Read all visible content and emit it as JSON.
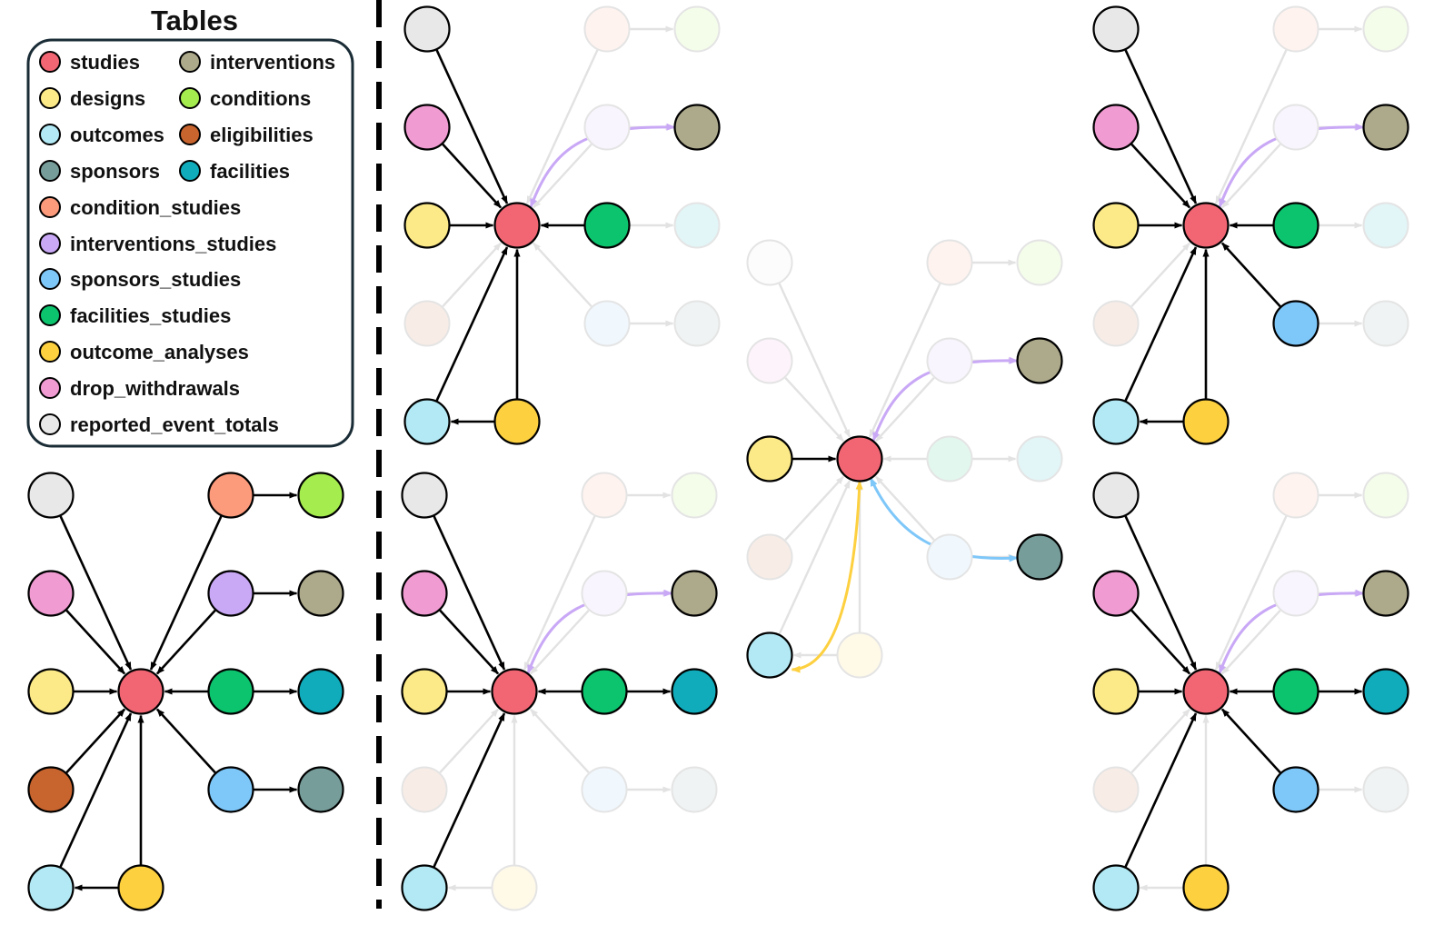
{
  "legend": {
    "title": "Tables",
    "items": [
      {
        "key": "studies",
        "label": "studies",
        "color": "#F26674"
      },
      {
        "key": "interventions",
        "label": "interventions",
        "color": "#ADA98B"
      },
      {
        "key": "designs",
        "label": "designs",
        "color": "#FCEA88"
      },
      {
        "key": "conditions",
        "label": "conditions",
        "color": "#A5EC4E"
      },
      {
        "key": "outcomes",
        "label": "outcomes",
        "color": "#B2E9F4"
      },
      {
        "key": "eligibilities",
        "label": "eligibilities",
        "color": "#C8642E"
      },
      {
        "key": "sponsors",
        "label": "sponsors",
        "color": "#769D9A"
      },
      {
        "key": "facilities",
        "label": "facilities",
        "color": "#10ACBB"
      },
      {
        "key": "condition_studies",
        "label": "condition_studies",
        "color": "#FC9A7C"
      },
      {
        "key": "interventions_studies",
        "label": "interventions_studies",
        "color": "#C9A8F6"
      },
      {
        "key": "sponsors_studies",
        "label": "sponsors_studies",
        "color": "#7EC7F9"
      },
      {
        "key": "facilities_studies",
        "label": "facilities_studies",
        "color": "#0DC46E"
      },
      {
        "key": "outcome_analyses",
        "label": "outcome_analyses",
        "color": "#FDD040"
      },
      {
        "key": "drop_withdrawals",
        "label": "drop_withdrawals",
        "color": "#F19BD3"
      },
      {
        "key": "reported_event_totals",
        "label": "reported_event_totals",
        "color": "#E8E8E8"
      }
    ]
  },
  "graphs": [
    {
      "name": "full-schema-graph",
      "active": [
        "studies",
        "reported_event_totals",
        "drop_withdrawals",
        "designs",
        "eligibilities",
        "outcomes",
        "outcome_analyses",
        "condition_studies",
        "conditions",
        "interventions_studies",
        "interventions",
        "facilities_studies",
        "facilities",
        "sponsors_studies",
        "sponsors"
      ],
      "active_edges": [
        "reported_event_totals-studies",
        "drop_withdrawals-studies",
        "designs-studies",
        "eligibilities-studies",
        "outcomes-studies",
        "outcome_analyses-studies",
        "outcome_analyses-outcomes",
        "condition_studies-studies",
        "condition_studies-conditions",
        "interventions_studies-studies",
        "interventions_studies-interventions",
        "facilities_studies-studies",
        "facilities_studies-facilities",
        "sponsors_studies-studies",
        "sponsors_studies-sponsors"
      ],
      "shortcuts": []
    },
    {
      "name": "subgraph-top-left",
      "active": [
        "studies",
        "reported_event_totals",
        "drop_withdrawals",
        "designs",
        "outcomes",
        "outcome_analyses",
        "facilities_studies",
        "interventions"
      ],
      "active_edges": [
        "reported_event_totals-studies",
        "drop_withdrawals-studies",
        "designs-studies",
        "outcomes-studies",
        "outcome_analyses-studies",
        "outcome_analyses-outcomes",
        "facilities_studies-studies"
      ],
      "shortcuts": [
        {
          "from": "interventions",
          "to": "studies",
          "color": "#C9A8F6"
        }
      ]
    },
    {
      "name": "subgraph-bottom-left",
      "active": [
        "studies",
        "reported_event_totals",
        "drop_withdrawals",
        "designs",
        "outcomes",
        "facilities_studies",
        "facilities",
        "interventions"
      ],
      "active_edges": [
        "reported_event_totals-studies",
        "drop_withdrawals-studies",
        "designs-studies",
        "outcomes-studies",
        "facilities_studies-studies",
        "facilities_studies-facilities"
      ],
      "shortcuts": [
        {
          "from": "interventions",
          "to": "studies",
          "color": "#C9A8F6"
        }
      ]
    },
    {
      "name": "subgraph-center",
      "active": [
        "studies",
        "designs",
        "outcomes",
        "interventions",
        "sponsors"
      ],
      "active_edges": [
        "designs-studies"
      ],
      "shortcuts": [
        {
          "from": "interventions",
          "to": "studies",
          "color": "#C9A8F6"
        },
        {
          "from": "sponsors",
          "to": "studies",
          "color": "#7EC7F9"
        },
        {
          "from": "outcomes",
          "to": "studies",
          "color": "#FDD040"
        }
      ]
    },
    {
      "name": "subgraph-top-right",
      "active": [
        "studies",
        "reported_event_totals",
        "drop_withdrawals",
        "designs",
        "outcomes",
        "outcome_analyses",
        "facilities_studies",
        "sponsors_studies",
        "interventions"
      ],
      "active_edges": [
        "reported_event_totals-studies",
        "drop_withdrawals-studies",
        "designs-studies",
        "outcomes-studies",
        "outcome_analyses-studies",
        "outcome_analyses-outcomes",
        "facilities_studies-studies",
        "sponsors_studies-studies"
      ],
      "shortcuts": [
        {
          "from": "interventions",
          "to": "studies",
          "color": "#C9A8F6"
        }
      ]
    },
    {
      "name": "subgraph-bottom-right",
      "active": [
        "studies",
        "reported_event_totals",
        "drop_withdrawals",
        "designs",
        "outcomes",
        "outcome_analyses",
        "facilities_studies",
        "facilities",
        "sponsors_studies",
        "interventions"
      ],
      "active_edges": [
        "reported_event_totals-studies",
        "drop_withdrawals-studies",
        "designs-studies",
        "outcomes-studies",
        "facilities_studies-studies",
        "facilities_studies-facilities",
        "sponsors_studies-studies"
      ],
      "shortcuts": [
        {
          "from": "interventions",
          "to": "studies",
          "color": "#C9A8F6"
        }
      ]
    }
  ]
}
